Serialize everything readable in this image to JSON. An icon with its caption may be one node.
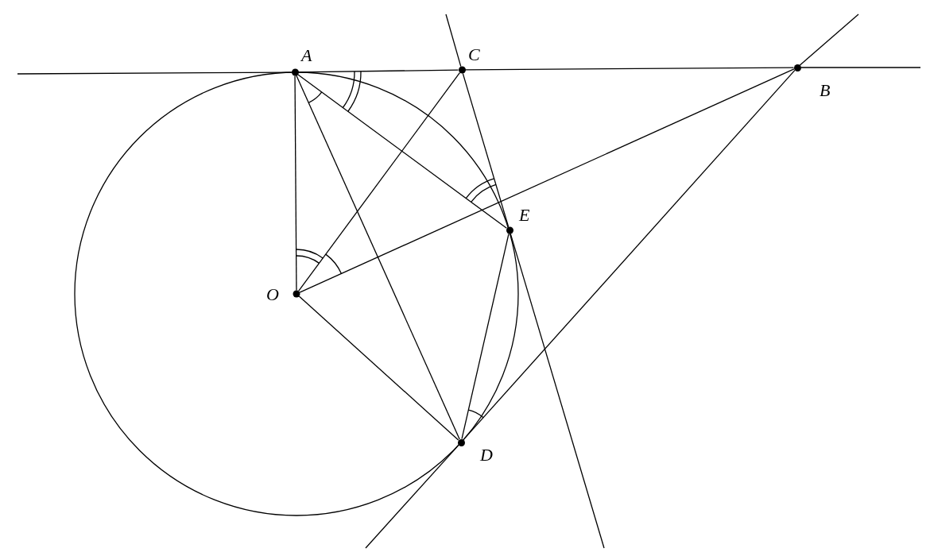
{
  "diagram": {
    "nodes": [
      {
        "text": [
          "A"
        ]
      },
      {
        "text": [
          "C"
        ]
      },
      {
        "text": [
          "B"
        ]
      },
      {
        "text": [
          "E"
        ]
      },
      {
        "text": [
          "O"
        ]
      },
      {
        "text": [
          "D"
        ]
      }
    ],
    "edges": [
      {
        "from": null,
        "to": 0,
        "arrow": "none"
      },
      {
        "from": 0,
        "to": 1,
        "arrow": "none"
      },
      {
        "from": 1,
        "to": 2,
        "arrow": "none"
      },
      {
        "from": 2,
        "to": null,
        "arrow": "none"
      },
      {
        "from": 0,
        "to": 4,
        "arrow": "none"
      },
      {
        "from": 0,
        "to": 5,
        "arrow": "none"
      },
      {
        "from": 0,
        "to": 3,
        "arrow": "none"
      },
      {
        "from": 4,
        "to": 1,
        "arrow": "none"
      },
      {
        "from": 4,
        "to": 2,
        "arrow": "none"
      },
      {
        "from": 4,
        "to": 5,
        "arrow": "none"
      },
      {
        "from": 3,
        "to": 5,
        "arrow": "none"
      },
      {
        "from": null,
        "to": 1,
        "arrow": "none"
      },
      {
        "from": 1,
        "to": 3,
        "arrow": "none"
      },
      {
        "from": 3,
        "to": null,
        "arrow": "none"
      },
      {
        "from": null,
        "to": 2,
        "arrow": "none"
      },
      {
        "from": 2,
        "to": 5,
        "arrow": "none"
      },
      {
        "from": 5,
        "to": null,
        "arrow": "none"
      }
    ]
  }
}
